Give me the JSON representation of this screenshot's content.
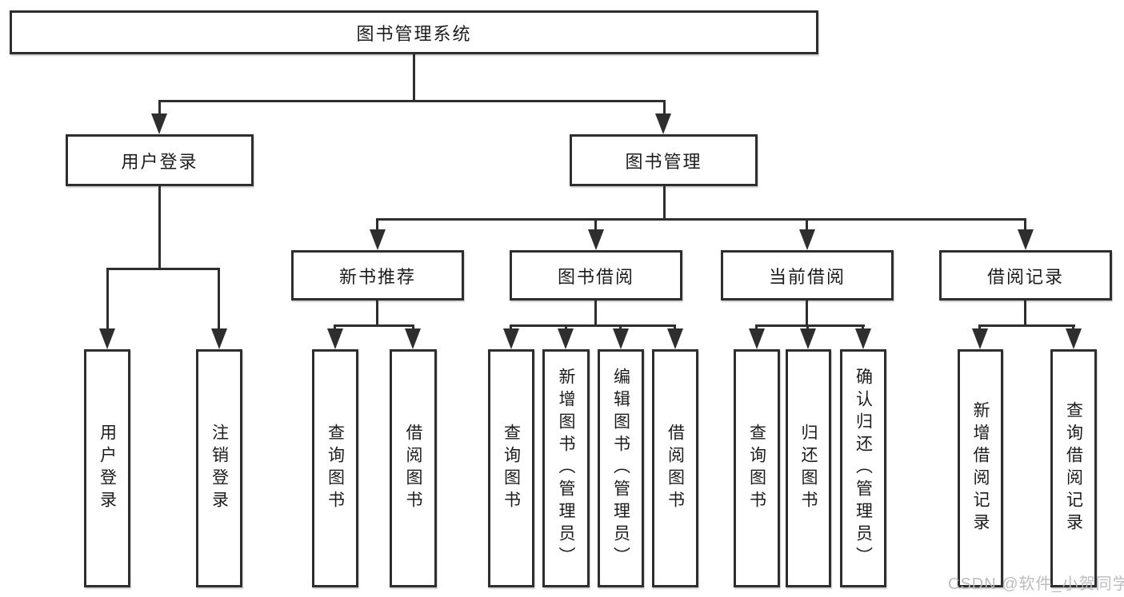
{
  "tree": {
    "root": {
      "label": "图书管理系统"
    },
    "branches": [
      {
        "label": "用户登录",
        "children": [
          {
            "label": "用户登录"
          },
          {
            "label": "注销登录"
          }
        ]
      },
      {
        "label": "图书管理",
        "children": [
          {
            "label": "新书推荐",
            "children": [
              {
                "label": "查询图书"
              },
              {
                "label": "借阅图书"
              }
            ]
          },
          {
            "label": "图书借阅",
            "children": [
              {
                "label": "查询图书"
              },
              {
                "label": "新增图书（管理员）"
              },
              {
                "label": "编辑图书（管理员）"
              },
              {
                "label": "借阅图书"
              }
            ]
          },
          {
            "label": "当前借阅",
            "children": [
              {
                "label": "查询图书"
              },
              {
                "label": "归还图书"
              },
              {
                "label": "确认归还（管理员）"
              }
            ]
          },
          {
            "label": "借阅记录",
            "children": [
              {
                "label": "新增借阅记录"
              },
              {
                "label": "查询借阅记录"
              }
            ]
          }
        ]
      }
    ]
  },
  "watermark": {
    "text": "CSDN @软件_小贺同学",
    "color": "#b9b9be"
  },
  "colors": {
    "line": "#2e2e2e",
    "box_border": "#2e2e2e",
    "box_background": "#ffffff",
    "label_text": "#1c1c1e",
    "canvas_background": "#ffffff"
  }
}
